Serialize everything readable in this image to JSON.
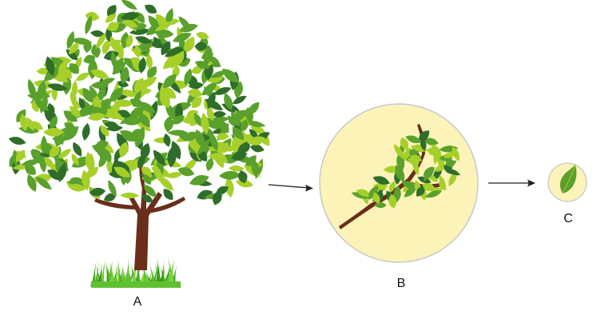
{
  "panels": [
    {
      "id": "A",
      "label": "A",
      "subject": "whole-tree"
    },
    {
      "id": "B",
      "label": "B",
      "subject": "branch-closeup"
    },
    {
      "id": "C",
      "label": "C",
      "subject": "single-leaf"
    }
  ],
  "arrows": [
    {
      "from": "A",
      "to": "B"
    },
    {
      "from": "B",
      "to": "C"
    }
  ],
  "colors": {
    "trunk": "#6b2e1a",
    "leaf_dark": "#2f6e2a",
    "leaf_mid": "#5aa02c",
    "leaf_light": "#a6cf2a",
    "grass": "#5fc12f",
    "zoom_circle_fill": "#fbf3b8",
    "zoom_circle_stroke": "#c8c8c8",
    "arrow": "#222222"
  }
}
